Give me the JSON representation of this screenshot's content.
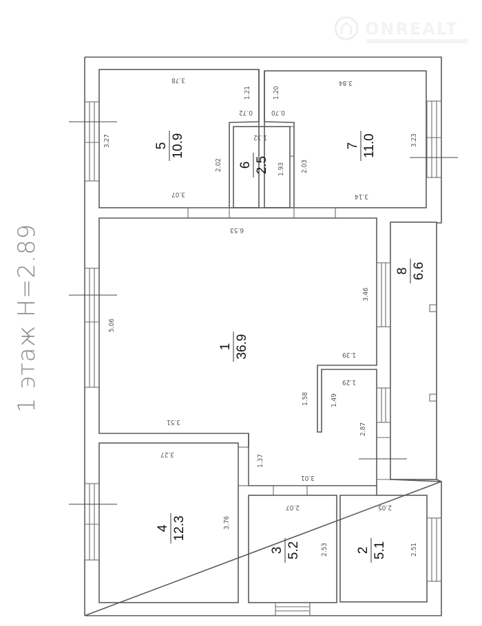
{
  "floor_title": "1 этаж H=2.89",
  "watermark": {
    "brand": "ONREALT",
    "icon": "house-pin-icon"
  },
  "rooms": [
    {
      "number": "1",
      "area": "36.9",
      "dims": [
        "6.53",
        "5.06",
        "3.46",
        "1.39",
        "1.58",
        "3.51"
      ]
    },
    {
      "number": "2",
      "area": "5.1",
      "dims": [
        "2.05",
        "2.51"
      ]
    },
    {
      "number": "3",
      "area": "5.2",
      "dims": [
        "2.07",
        "2.53"
      ]
    },
    {
      "number": "4",
      "area": "12.3",
      "dims": [
        "3.27",
        "3.76"
      ]
    },
    {
      "number": "5",
      "area": "10.9",
      "dims": [
        "3.78",
        "3.27",
        "2.02",
        "3.07",
        "1.21",
        "0.72"
      ]
    },
    {
      "number": "6",
      "area": "2.5",
      "dims": [
        "1.32",
        "1.93"
      ]
    },
    {
      "number": "7",
      "area": "11.0",
      "dims": [
        "3.84",
        "3.23",
        "2.03",
        "3.14",
        "1.20",
        "0.70"
      ]
    },
    {
      "number": "8",
      "area": "6.6",
      "dims": []
    }
  ],
  "corridor_dims": [
    "1.29",
    "1.49",
    "2.87",
    "1.37",
    "3.01"
  ],
  "colors": {
    "wall": "#5a5a5a",
    "text": "#111111",
    "dim_text": "#555555",
    "title": "#888888"
  }
}
